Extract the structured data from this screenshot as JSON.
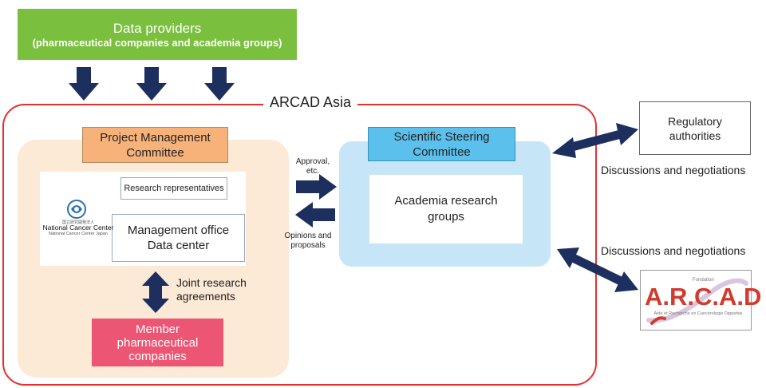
{
  "providers": {
    "title": "Data providers",
    "subtitle": "(pharmaceutical companies and academia groups)"
  },
  "arcad_asia": {
    "label": "ARCAD Asia"
  },
  "pmc": {
    "title_line1": "Project Management",
    "title_line2": "Committee",
    "research_reps": "Research representatives",
    "office_line1": "Management office",
    "office_line2": "Data center",
    "ncc_name": "National Cancer Center",
    "ncc_sub": "National Cancer Center Japan",
    "ncc_jp": "国立研究開発法人"
  },
  "joint": {
    "line1": "Joint research",
    "line2": "agreements"
  },
  "member": {
    "line1": "Member",
    "line2": "pharmaceutical",
    "line3": "companies"
  },
  "ssc": {
    "title_line1": "Scientific Steering",
    "title_line2": "Committee",
    "academia_line1": "Academia research",
    "academia_line2": "groups"
  },
  "flow": {
    "approval_line1": "Approval,",
    "approval_line2": "etc.",
    "opinions_line1": "Opinions and",
    "opinions_line2": "proposals"
  },
  "regulatory": {
    "line1": "Regulatory",
    "line2": "authorities"
  },
  "discussions": {
    "top": "Discussions and negotiations",
    "bottom": "Discussions and negotiations"
  },
  "arcad_logo": {
    "fondation": "Fondation",
    "word": "A.R.C.A.D",
    "tagline": "Aide et Recherche en Cancérologie Digestive"
  },
  "colors": {
    "arrow": "#1c2f5e",
    "frame": "#e53030",
    "providers": "#7bbf3e",
    "member": "#ec5573",
    "ssc_title": "#5bc0ec",
    "pmc_title": "#f7b27a"
  }
}
